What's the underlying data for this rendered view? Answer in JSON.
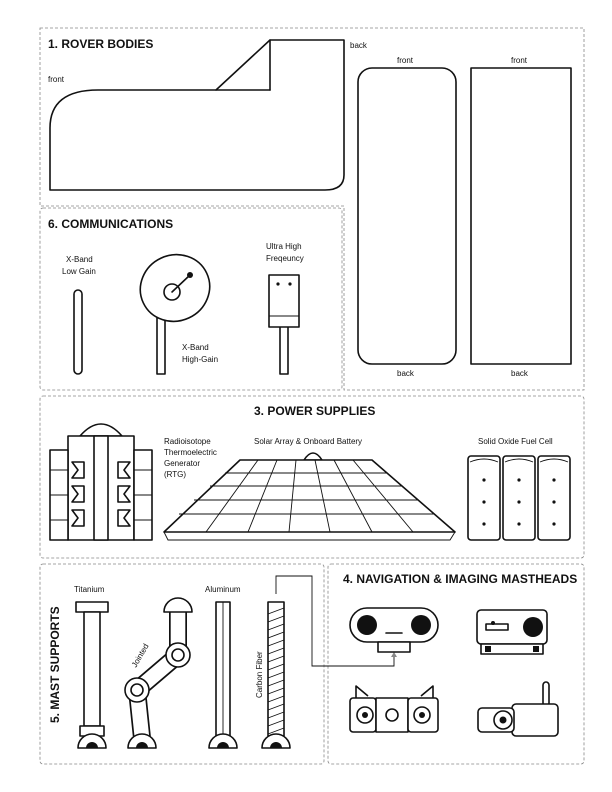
{
  "sections": {
    "rover_bodies": {
      "title": "1. ROVER BODIES"
    },
    "communications": {
      "title": "6. COMMUNICATIONS"
    },
    "power_supplies": {
      "title": "3. POWER SUPPLIES"
    },
    "nav_mastheads": {
      "title": "4. NAVIGATION & IMAGING MASTHEADS"
    },
    "mast_supports": {
      "title": "5. MAST SUPPORTS"
    }
  },
  "labels": {
    "front": "front",
    "back": "back",
    "xband_low_1": "X-Band",
    "xband_low_2": "Low Gain",
    "xband_high_1": "X-Band",
    "xband_high_2": "High-Gain",
    "uhf_1": "Ultra High",
    "uhf_2": "Freqeuncy",
    "rtg_1": "Radioisotope",
    "rtg_2": "Thermoelectric",
    "rtg_3": "Generator",
    "rtg_4": "(RTG)",
    "solar": "Solar Array & Onboard Battery",
    "fuel_cell": "Solid Oxide Fuel Cell",
    "titanium": "Titanium",
    "jointed": "Jointed",
    "aluminum": "Aluminum",
    "carbon_fiber": "Carbon Fiber"
  }
}
